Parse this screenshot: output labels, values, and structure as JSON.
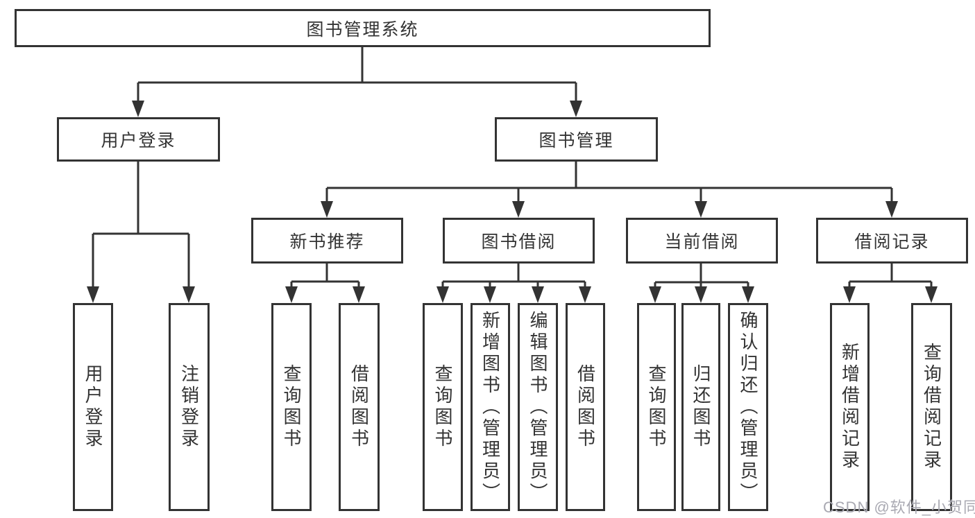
{
  "diagram": {
    "type": "hierarchy-tree",
    "tree": {
      "label": "图书管理系统",
      "children": [
        {
          "label": "用户登录",
          "children": [
            {
              "label": "用户登录"
            },
            {
              "label": "注销登录"
            }
          ]
        },
        {
          "label": "图书管理",
          "children": [
            {
              "label": "新书推荐",
              "children": [
                {
                  "label": "查询图书"
                },
                {
                  "label": "借阅图书"
                }
              ]
            },
            {
              "label": "图书借阅",
              "children": [
                {
                  "label": "查询图书"
                },
                {
                  "label": "新增图书（管理员）"
                },
                {
                  "label": "编辑图书（管理员）"
                },
                {
                  "label": "借阅图书"
                }
              ]
            },
            {
              "label": "当前借阅",
              "children": [
                {
                  "label": "查询图书"
                },
                {
                  "label": "归还图书"
                },
                {
                  "label": "确认归还（管理员）"
                }
              ]
            },
            {
              "label": "借阅记录",
              "children": [
                {
                  "label": "新增借阅记录"
                },
                {
                  "label": "查询借阅记录"
                }
              ]
            }
          ]
        }
      ]
    },
    "colors": {
      "line": "#333333",
      "box_border": "#333333",
      "text": "#333333",
      "background": "#ffffff",
      "watermark": "#a9a9b2"
    }
  },
  "watermark": "CSDN @软件_小贺同学"
}
